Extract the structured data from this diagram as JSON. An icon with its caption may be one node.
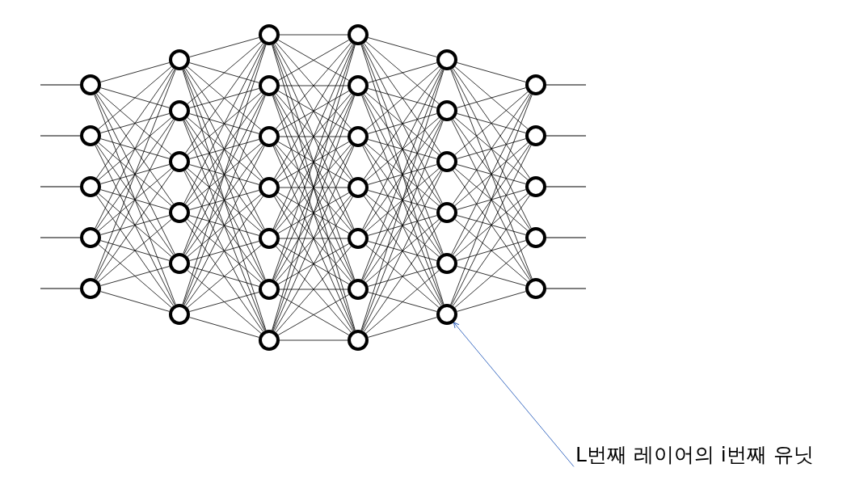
{
  "diagram": {
    "nodes": [
      {
        "text": [],
        "shape": "circle"
      },
      {
        "text": [],
        "shape": "circle"
      },
      {
        "text": [],
        "shape": "circle"
      },
      {
        "text": [],
        "shape": "circle"
      },
      {
        "text": [],
        "shape": "circle"
      },
      {
        "text": [],
        "shape": "circle"
      },
      {
        "text": [],
        "shape": "circle"
      },
      {
        "text": [],
        "shape": "circle"
      },
      {
        "text": [],
        "shape": "circle"
      },
      {
        "text": [],
        "shape": "circle"
      },
      {
        "text": [],
        "shape": "circle"
      },
      {
        "text": [],
        "shape": "circle"
      },
      {
        "text": [],
        "shape": "circle"
      },
      {
        "text": [],
        "shape": "circle"
      },
      {
        "text": [],
        "shape": "circle"
      },
      {
        "text": [],
        "shape": "circle"
      },
      {
        "text": [],
        "shape": "circle"
      },
      {
        "text": [],
        "shape": "circle"
      },
      {
        "text": [],
        "shape": "circle"
      },
      {
        "text": [],
        "shape": "circle"
      },
      {
        "text": [],
        "shape": "circle"
      },
      {
        "text": [],
        "shape": "circle"
      },
      {
        "text": [],
        "shape": "circle"
      },
      {
        "text": [],
        "shape": "circle"
      },
      {
        "text": [],
        "shape": "circle"
      },
      {
        "text": [],
        "shape": "circle"
      },
      {
        "text": [],
        "shape": "circle"
      },
      {
        "text": [],
        "shape": "circle"
      },
      {
        "text": [],
        "shape": "circle"
      },
      {
        "text": [],
        "shape": "circle"
      },
      {
        "text": [],
        "shape": "circle"
      },
      {
        "text": [],
        "shape": "circle"
      },
      {
        "text": [],
        "shape": "circle"
      },
      {
        "text": [],
        "shape": "circle"
      },
      {
        "text": [],
        "shape": "circle"
      },
      {
        "text": [],
        "shape": "circle"
      },
      {
        "text": [
          "L번째 레이어의 i번째 유닛"
        ]
      }
    ],
    "edges": [
      {
        "from": null,
        "to": 0,
        "arrow": "none"
      },
      {
        "from": null,
        "to": 1,
        "arrow": "none"
      },
      {
        "from": null,
        "to": 2,
        "arrow": "none"
      },
      {
        "from": null,
        "to": 3,
        "arrow": "none"
      },
      {
        "from": null,
        "to": 4,
        "arrow": "none"
      },
      {
        "from": 0,
        "to": 5,
        "arrow": "none"
      },
      {
        "from": 0,
        "to": 6,
        "arrow": "none"
      },
      {
        "from": 0,
        "to": 7,
        "arrow": "none"
      },
      {
        "from": 0,
        "to": 8,
        "arrow": "none"
      },
      {
        "from": 0,
        "to": 9,
        "arrow": "none"
      },
      {
        "from": 0,
        "to": 10,
        "arrow": "none"
      },
      {
        "from": 1,
        "to": 5,
        "arrow": "none"
      },
      {
        "from": 1,
        "to": 6,
        "arrow": "none"
      },
      {
        "from": 1,
        "to": 7,
        "arrow": "none"
      },
      {
        "from": 1,
        "to": 8,
        "arrow": "none"
      },
      {
        "from": 1,
        "to": 9,
        "arrow": "none"
      },
      {
        "from": 1,
        "to": 10,
        "arrow": "none"
      },
      {
        "from": 2,
        "to": 5,
        "arrow": "none"
      },
      {
        "from": 2,
        "to": 6,
        "arrow": "none"
      },
      {
        "from": 2,
        "to": 7,
        "arrow": "none"
      },
      {
        "from": 2,
        "to": 8,
        "arrow": "none"
      },
      {
        "from": 2,
        "to": 9,
        "arrow": "none"
      },
      {
        "from": 2,
        "to": 10,
        "arrow": "none"
      },
      {
        "from": 3,
        "to": 5,
        "arrow": "none"
      },
      {
        "from": 3,
        "to": 6,
        "arrow": "none"
      },
      {
        "from": 3,
        "to": 7,
        "arrow": "none"
      },
      {
        "from": 3,
        "to": 8,
        "arrow": "none"
      },
      {
        "from": 3,
        "to": 9,
        "arrow": "none"
      },
      {
        "from": 3,
        "to": 10,
        "arrow": "none"
      },
      {
        "from": 4,
        "to": 5,
        "arrow": "none"
      },
      {
        "from": 4,
        "to": 6,
        "arrow": "none"
      },
      {
        "from": 4,
        "to": 7,
        "arrow": "none"
      },
      {
        "from": 4,
        "to": 8,
        "arrow": "none"
      },
      {
        "from": 4,
        "to": 9,
        "arrow": "none"
      },
      {
        "from": 4,
        "to": 10,
        "arrow": "none"
      },
      {
        "from": 5,
        "to": 11,
        "arrow": "none"
      },
      {
        "from": 5,
        "to": 12,
        "arrow": "none"
      },
      {
        "from": 5,
        "to": 13,
        "arrow": "none"
      },
      {
        "from": 5,
        "to": 14,
        "arrow": "none"
      },
      {
        "from": 5,
        "to": 15,
        "arrow": "none"
      },
      {
        "from": 5,
        "to": 16,
        "arrow": "none"
      },
      {
        "from": 5,
        "to": 17,
        "arrow": "none"
      },
      {
        "from": 6,
        "to": 11,
        "arrow": "none"
      },
      {
        "from": 6,
        "to": 12,
        "arrow": "none"
      },
      {
        "from": 6,
        "to": 13,
        "arrow": "none"
      },
      {
        "from": 6,
        "to": 14,
        "arrow": "none"
      },
      {
        "from": 6,
        "to": 15,
        "arrow": "none"
      },
      {
        "from": 6,
        "to": 16,
        "arrow": "none"
      },
      {
        "from": 6,
        "to": 17,
        "arrow": "none"
      },
      {
        "from": 7,
        "to": 11,
        "arrow": "none"
      },
      {
        "from": 7,
        "to": 12,
        "arrow": "none"
      },
      {
        "from": 7,
        "to": 13,
        "arrow": "none"
      },
      {
        "from": 7,
        "to": 14,
        "arrow": "none"
      },
      {
        "from": 7,
        "to": 15,
        "arrow": "none"
      },
      {
        "from": 7,
        "to": 16,
        "arrow": "none"
      },
      {
        "from": 7,
        "to": 17,
        "arrow": "none"
      },
      {
        "from": 8,
        "to": 11,
        "arrow": "none"
      },
      {
        "from": 8,
        "to": 12,
        "arrow": "none"
      },
      {
        "from": 8,
        "to": 13,
        "arrow": "none"
      },
      {
        "from": 8,
        "to": 14,
        "arrow": "none"
      },
      {
        "from": 8,
        "to": 15,
        "arrow": "none"
      },
      {
        "from": 8,
        "to": 16,
        "arrow": "none"
      },
      {
        "from": 8,
        "to": 17,
        "arrow": "none"
      },
      {
        "from": 9,
        "to": 11,
        "arrow": "none"
      },
      {
        "from": 9,
        "to": 12,
        "arrow": "none"
      },
      {
        "from": 9,
        "to": 13,
        "arrow": "none"
      },
      {
        "from": 9,
        "to": 14,
        "arrow": "none"
      },
      {
        "from": 9,
        "to": 15,
        "arrow": "none"
      },
      {
        "from": 9,
        "to": 16,
        "arrow": "none"
      },
      {
        "from": 9,
        "to": 17,
        "arrow": "none"
      },
      {
        "from": 10,
        "to": 11,
        "arrow": "none"
      },
      {
        "from": 10,
        "to": 12,
        "arrow": "none"
      },
      {
        "from": 10,
        "to": 13,
        "arrow": "none"
      },
      {
        "from": 10,
        "to": 14,
        "arrow": "none"
      },
      {
        "from": 10,
        "to": 15,
        "arrow": "none"
      },
      {
        "from": 10,
        "to": 16,
        "arrow": "none"
      },
      {
        "from": 10,
        "to": 17,
        "arrow": "none"
      },
      {
        "from": 11,
        "to": 18,
        "arrow": "none"
      },
      {
        "from": 11,
        "to": 19,
        "arrow": "none"
      },
      {
        "from": 11,
        "to": 20,
        "arrow": "none"
      },
      {
        "from": 11,
        "to": 21,
        "arrow": "none"
      },
      {
        "from": 11,
        "to": 22,
        "arrow": "none"
      },
      {
        "from": 11,
        "to": 23,
        "arrow": "none"
      },
      {
        "from": 11,
        "to": 24,
        "arrow": "none"
      },
      {
        "from": 12,
        "to": 18,
        "arrow": "none"
      },
      {
        "from": 12,
        "to": 19,
        "arrow": "none"
      },
      {
        "from": 12,
        "to": 20,
        "arrow": "none"
      },
      {
        "from": 12,
        "to": 21,
        "arrow": "none"
      },
      {
        "from": 12,
        "to": 22,
        "arrow": "none"
      },
      {
        "from": 12,
        "to": 23,
        "arrow": "none"
      },
      {
        "from": 12,
        "to": 24,
        "arrow": "none"
      },
      {
        "from": 13,
        "to": 18,
        "arrow": "none"
      },
      {
        "from": 13,
        "to": 19,
        "arrow": "none"
      },
      {
        "from": 13,
        "to": 20,
        "arrow": "none"
      },
      {
        "from": 13,
        "to": 21,
        "arrow": "none"
      },
      {
        "from": 13,
        "to": 22,
        "arrow": "none"
      },
      {
        "from": 13,
        "to": 23,
        "arrow": "none"
      },
      {
        "from": 13,
        "to": 24,
        "arrow": "none"
      },
      {
        "from": 14,
        "to": 18,
        "arrow": "none"
      },
      {
        "from": 14,
        "to": 19,
        "arrow": "none"
      },
      {
        "from": 14,
        "to": 20,
        "arrow": "none"
      },
      {
        "from": 14,
        "to": 21,
        "arrow": "none"
      },
      {
        "from": 14,
        "to": 22,
        "arrow": "none"
      },
      {
        "from": 14,
        "to": 23,
        "arrow": "none"
      },
      {
        "from": 14,
        "to": 24,
        "arrow": "none"
      },
      {
        "from": 15,
        "to": 18,
        "arrow": "none"
      },
      {
        "from": 15,
        "to": 19,
        "arrow": "none"
      },
      {
        "from": 15,
        "to": 20,
        "arrow": "none"
      },
      {
        "from": 15,
        "to": 21,
        "arrow": "none"
      },
      {
        "from": 15,
        "to": 22,
        "arrow": "none"
      },
      {
        "from": 15,
        "to": 23,
        "arrow": "none"
      },
      {
        "from": 15,
        "to": 24,
        "arrow": "none"
      },
      {
        "from": 16,
        "to": 18,
        "arrow": "none"
      },
      {
        "from": 16,
        "to": 19,
        "arrow": "none"
      },
      {
        "from": 16,
        "to": 20,
        "arrow": "none"
      },
      {
        "from": 16,
        "to": 21,
        "arrow": "none"
      },
      {
        "from": 16,
        "to": 22,
        "arrow": "none"
      },
      {
        "from": 16,
        "to": 23,
        "arrow": "none"
      },
      {
        "from": 16,
        "to": 24,
        "arrow": "none"
      },
      {
        "from": 17,
        "to": 18,
        "arrow": "none"
      },
      {
        "from": 17,
        "to": 19,
        "arrow": "none"
      },
      {
        "from": 17,
        "to": 20,
        "arrow": "none"
      },
      {
        "from": 17,
        "to": 21,
        "arrow": "none"
      },
      {
        "from": 17,
        "to": 22,
        "arrow": "none"
      },
      {
        "from": 17,
        "to": 23,
        "arrow": "none"
      },
      {
        "from": 17,
        "to": 24,
        "arrow": "none"
      },
      {
        "from": 18,
        "to": 25,
        "arrow": "none"
      },
      {
        "from": 18,
        "to": 26,
        "arrow": "none"
      },
      {
        "from": 18,
        "to": 27,
        "arrow": "none"
      },
      {
        "from": 18,
        "to": 28,
        "arrow": "none"
      },
      {
        "from": 18,
        "to": 29,
        "arrow": "none"
      },
      {
        "from": 18,
        "to": 30,
        "arrow": "none"
      },
      {
        "from": 19,
        "to": 25,
        "arrow": "none"
      },
      {
        "from": 19,
        "to": 26,
        "arrow": "none"
      },
      {
        "from": 19,
        "to": 27,
        "arrow": "none"
      },
      {
        "from": 19,
        "to": 28,
        "arrow": "none"
      },
      {
        "from": 19,
        "to": 29,
        "arrow": "none"
      },
      {
        "from": 19,
        "to": 30,
        "arrow": "none"
      },
      {
        "from": 20,
        "to": 25,
        "arrow": "none"
      },
      {
        "from": 20,
        "to": 26,
        "arrow": "none"
      },
      {
        "from": 20,
        "to": 27,
        "arrow": "none"
      },
      {
        "from": 20,
        "to": 28,
        "arrow": "none"
      },
      {
        "from": 20,
        "to": 29,
        "arrow": "none"
      },
      {
        "from": 20,
        "to": 30,
        "arrow": "none"
      },
      {
        "from": 21,
        "to": 25,
        "arrow": "none"
      },
      {
        "from": 21,
        "to": 26,
        "arrow": "none"
      },
      {
        "from": 21,
        "to": 27,
        "arrow": "none"
      },
      {
        "from": 21,
        "to": 28,
        "arrow": "none"
      },
      {
        "from": 21,
        "to": 29,
        "arrow": "none"
      },
      {
        "from": 21,
        "to": 30,
        "arrow": "none"
      },
      {
        "from": 22,
        "to": 25,
        "arrow": "none"
      },
      {
        "from": 22,
        "to": 26,
        "arrow": "none"
      },
      {
        "from": 22,
        "to": 27,
        "arrow": "none"
      },
      {
        "from": 22,
        "to": 28,
        "arrow": "none"
      },
      {
        "from": 22,
        "to": 29,
        "arrow": "none"
      },
      {
        "from": 22,
        "to": 30,
        "arrow": "none"
      },
      {
        "from": 23,
        "to": 25,
        "arrow": "none"
      },
      {
        "from": 23,
        "to": 26,
        "arrow": "none"
      },
      {
        "from": 23,
        "to": 27,
        "arrow": "none"
      },
      {
        "from": 23,
        "to": 28,
        "arrow": "none"
      },
      {
        "from": 23,
        "to": 29,
        "arrow": "none"
      },
      {
        "from": 23,
        "to": 30,
        "arrow": "none"
      },
      {
        "from": 24,
        "to": 25,
        "arrow": "none"
      },
      {
        "from": 24,
        "to": 26,
        "arrow": "none"
      },
      {
        "from": 24,
        "to": 27,
        "arrow": "none"
      },
      {
        "from": 24,
        "to": 28,
        "arrow": "none"
      },
      {
        "from": 24,
        "to": 29,
        "arrow": "none"
      },
      {
        "from": 24,
        "to": 30,
        "arrow": "none"
      },
      {
        "from": 25,
        "to": 31,
        "arrow": "none"
      },
      {
        "from": 25,
        "to": 32,
        "arrow": "none"
      },
      {
        "from": 25,
        "to": 33,
        "arrow": "none"
      },
      {
        "from": 25,
        "to": 34,
        "arrow": "none"
      },
      {
        "from": 25,
        "to": 35,
        "arrow": "none"
      },
      {
        "from": 26,
        "to": 31,
        "arrow": "none"
      },
      {
        "from": 26,
        "to": 32,
        "arrow": "none"
      },
      {
        "from": 26,
        "to": 33,
        "arrow": "none"
      },
      {
        "from": 26,
        "to": 34,
        "arrow": "none"
      },
      {
        "from": 26,
        "to": 35,
        "arrow": "none"
      },
      {
        "from": 27,
        "to": 31,
        "arrow": "none"
      },
      {
        "from": 27,
        "to": 32,
        "arrow": "none"
      },
      {
        "from": 27,
        "to": 33,
        "arrow": "none"
      },
      {
        "from": 27,
        "to": 34,
        "arrow": "none"
      },
      {
        "from": 27,
        "to": 35,
        "arrow": "none"
      },
      {
        "from": 28,
        "to": 31,
        "arrow": "none"
      },
      {
        "from": 28,
        "to": 32,
        "arrow": "none"
      },
      {
        "from": 28,
        "to": 33,
        "arrow": "none"
      },
      {
        "from": 28,
        "to": 34,
        "arrow": "none"
      },
      {
        "from": 28,
        "to": 35,
        "arrow": "none"
      },
      {
        "from": 29,
        "to": 31,
        "arrow": "none"
      },
      {
        "from": 29,
        "to": 32,
        "arrow": "none"
      },
      {
        "from": 29,
        "to": 33,
        "arrow": "none"
      },
      {
        "from": 29,
        "to": 34,
        "arrow": "none"
      },
      {
        "from": 29,
        "to": 35,
        "arrow": "none"
      },
      {
        "from": 30,
        "to": 31,
        "arrow": "none"
      },
      {
        "from": 30,
        "to": 32,
        "arrow": "none"
      },
      {
        "from": 30,
        "to": 33,
        "arrow": "none"
      },
      {
        "from": 30,
        "to": 34,
        "arrow": "none"
      },
      {
        "from": 30,
        "to": 35,
        "arrow": "none"
      },
      {
        "from": 31,
        "to": null,
        "arrow": "none"
      },
      {
        "from": 32,
        "to": null,
        "arrow": "none"
      },
      {
        "from": 33,
        "to": null,
        "arrow": "none"
      },
      {
        "from": 34,
        "to": null,
        "arrow": "none"
      },
      {
        "from": 35,
        "to": null,
        "arrow": "none"
      },
      {
        "from": 36,
        "to": 30,
        "arrow": "to",
        "color": "#4472c4"
      }
    ]
  }
}
